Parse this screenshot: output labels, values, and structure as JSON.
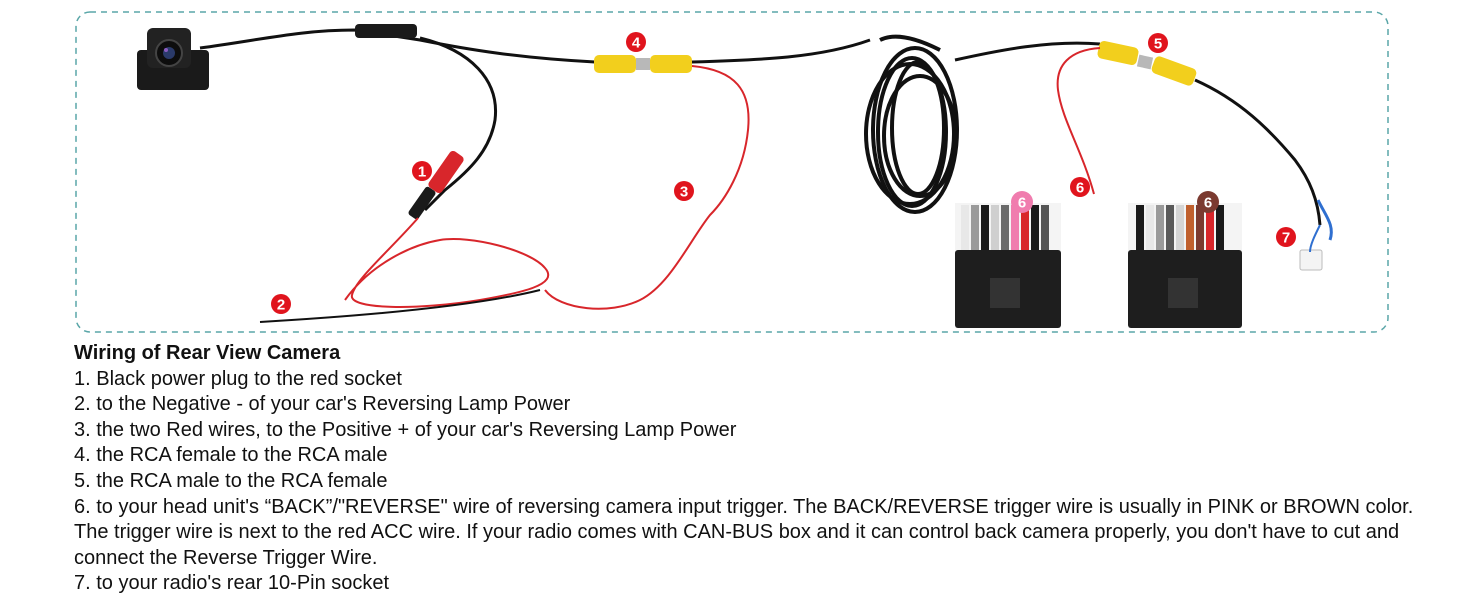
{
  "figure": {
    "colors": {
      "border": "#5aa6a8",
      "badge": "#e0141d",
      "badge_pink": "#f07cae",
      "badge_brown": "#7b3a30",
      "red_wire": "#d8262b",
      "rca_yellow": "#f2cf1d",
      "cable": "#111111"
    },
    "callouts": [
      {
        "label": "1"
      },
      {
        "label": "2"
      },
      {
        "label": "3"
      },
      {
        "label": "4"
      },
      {
        "label": "5"
      },
      {
        "label": "6"
      },
      {
        "label": "6"
      },
      {
        "label": "6"
      },
      {
        "label": "7"
      }
    ]
  },
  "caption": {
    "title": "Wiring of Rear View Camera",
    "lines": [
      "1. Black power plug to the red socket",
      "2. to the Negative - of your car's Reversing Lamp Power",
      "3. the two Red wires, to the Positive + of your car's Reversing Lamp Power",
      "4. the RCA female to the RCA male",
      "5. the RCA male to the RCA female",
      "6. to your head unit's “BACK”/\"REVERSE\" wire of reversing camera input trigger. The BACK/REVERSE trigger wire is usually in PINK or BROWN color. The trigger wire is next to the red ACC wire. If your radio comes with CAN-BUS box and it can control back camera properly, you don't have to cut and connect the Reverse Trigger Wire.",
      "7. to your radio's rear 10-Pin socket"
    ]
  }
}
